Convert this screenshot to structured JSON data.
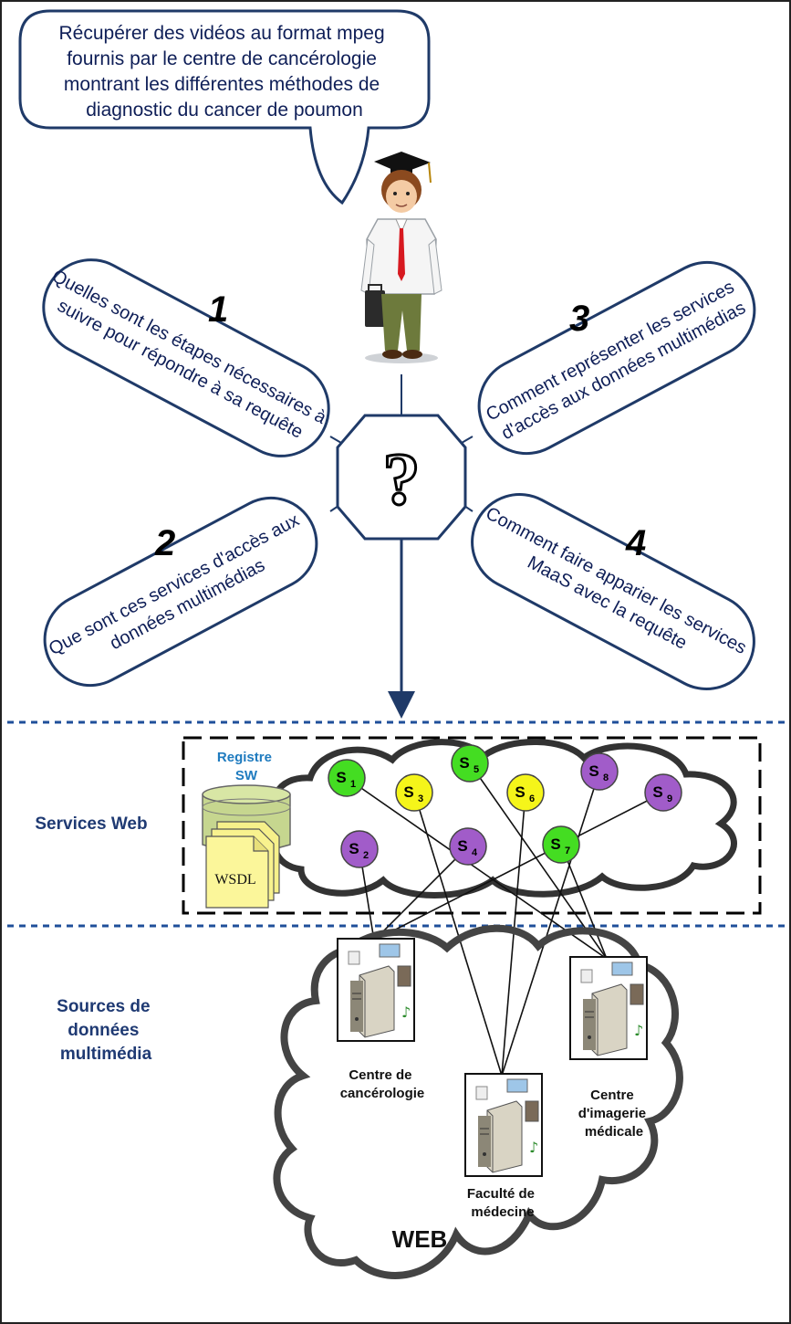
{
  "request_bubble": {
    "lines": [
      "Récupérer des vidéos au format mpeg",
      "fournis par le centre de cancérologie",
      "montrant les différentes méthodes de",
      "diagnostic du cancer de poumon"
    ]
  },
  "center": {
    "symbol": "?"
  },
  "questions": [
    {
      "number": "1",
      "lines": [
        "Quelles sont les étapes nécessaires à",
        "suivre pour répondre à sa requête"
      ]
    },
    {
      "number": "2",
      "lines": [
        "Que sont ces services d'accès aux",
        "données multimédias"
      ]
    },
    {
      "number": "3",
      "lines": [
        "Comment représenter les services",
        "d'accès aux données multimédias"
      ]
    },
    {
      "number": "4",
      "lines": [
        "Comment faire apparier les services",
        "MaaS avec la requête"
      ]
    }
  ],
  "layers": {
    "services": "Services Web",
    "sources": [
      "Sources de",
      "données",
      "multimédia"
    ]
  },
  "registry": {
    "title_lines": [
      "Registre",
      "SW"
    ],
    "doc_label": "WSDL"
  },
  "services": [
    {
      "name": "S",
      "sub": "1",
      "color": "#44dd22"
    },
    {
      "name": "S",
      "sub": "2",
      "color": "#a15cc9"
    },
    {
      "name": "S",
      "sub": "3",
      "color": "#f5f51a"
    },
    {
      "name": "S",
      "sub": "4",
      "color": "#a15cc9"
    },
    {
      "name": "S",
      "sub": "5",
      "color": "#44dd22"
    },
    {
      "name": "S",
      "sub": "6",
      "color": "#f5f51a"
    },
    {
      "name": "S",
      "sub": "7",
      "color": "#44dd22"
    },
    {
      "name": "S",
      "sub": "8",
      "color": "#a15cc9"
    },
    {
      "name": "S",
      "sub": "9",
      "color": "#a15cc9"
    }
  ],
  "sources": [
    {
      "lines": [
        "Centre de",
        "cancérologie"
      ]
    },
    {
      "lines": [
        "Faculté de",
        "médecine"
      ]
    },
    {
      "lines": [
        "Centre",
        "d'imagerie",
        "médicale"
      ]
    }
  ],
  "web_label": "WEB",
  "colors": {
    "bubble_border": "#1f3a68",
    "text": "#0e1e57",
    "arrow": "#1f3a68",
    "dotted": "#1f4f9a"
  }
}
